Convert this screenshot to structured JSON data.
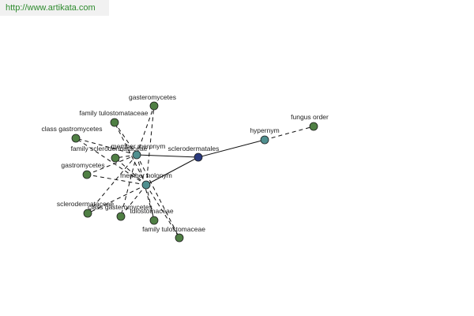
{
  "watermark": {
    "text": "http://www.artikata.com"
  },
  "colors": {
    "center_node": "#2a3a7e",
    "relation_node": "#4f8f8f",
    "leaf_node": "#4f7f44",
    "node_stroke": "#1e1e1e",
    "edge": "#111111"
  },
  "graph": {
    "nodes": [
      {
        "id": "sclerodermatales",
        "label": "sclerodermatales",
        "kind": "center"
      },
      {
        "id": "hypernym",
        "label": "hypernym",
        "kind": "relation"
      },
      {
        "id": "member_meronym",
        "label": "member meronym",
        "kind": "relation"
      },
      {
        "id": "member_holonym",
        "label": "member holonym",
        "kind": "relation"
      },
      {
        "id": "fungus_order",
        "label": "fungus order",
        "kind": "leaf"
      },
      {
        "id": "gasteromycetes",
        "label": "gasteromycetes",
        "kind": "leaf"
      },
      {
        "id": "family_tulostomataceae",
        "label": "family tulostomataceae",
        "kind": "leaf"
      },
      {
        "id": "class_gastromycetes",
        "label": "class gastromycetes",
        "kind": "leaf"
      },
      {
        "id": "family_sclerodermataceae",
        "label": "family sclerodermataceae",
        "kind": "leaf"
      },
      {
        "id": "gastromycetes",
        "label": "gastromycetes",
        "kind": "leaf"
      },
      {
        "id": "sclerodermataceae",
        "label": "sclerodermataceae",
        "kind": "leaf"
      },
      {
        "id": "class_gasteromycetes",
        "label": "class gasteromycetes",
        "kind": "leaf"
      },
      {
        "id": "tulostomaceae",
        "label": "tulostomaceae",
        "kind": "leaf"
      },
      {
        "id": "family_tulostomaceae",
        "label": "family tulostomaceae",
        "kind": "leaf"
      }
    ],
    "edges": [
      {
        "from": "sclerodermatales",
        "to": "hypernym",
        "style": "solid"
      },
      {
        "from": "sclerodermatales",
        "to": "member_meronym",
        "style": "solid"
      },
      {
        "from": "sclerodermatales",
        "to": "member_holonym",
        "style": "solid"
      },
      {
        "from": "hypernym",
        "to": "fungus_order",
        "style": "dashed"
      },
      {
        "from": "member_meronym",
        "to": "gasteromycetes",
        "style": "dashed"
      },
      {
        "from": "member_meronym",
        "to": "family_tulostomataceae",
        "style": "dashed"
      },
      {
        "from": "member_meronym",
        "to": "class_gastromycetes",
        "style": "dashed"
      },
      {
        "from": "member_meronym",
        "to": "family_sclerodermataceae",
        "style": "dashed"
      },
      {
        "from": "member_meronym",
        "to": "gastromycetes",
        "style": "dashed"
      },
      {
        "from": "member_meronym",
        "to": "sclerodermataceae",
        "style": "dashed"
      },
      {
        "from": "member_meronym",
        "to": "class_gasteromycetes",
        "style": "dashed"
      },
      {
        "from": "member_meronym",
        "to": "tulostomaceae",
        "style": "dashed"
      },
      {
        "from": "member_meronym",
        "to": "family_tulostomaceae",
        "style": "dashed"
      },
      {
        "from": "member_holonym",
        "to": "gasteromycetes",
        "style": "dashed"
      },
      {
        "from": "member_holonym",
        "to": "family_tulostomataceae",
        "style": "dashed"
      },
      {
        "from": "member_holonym",
        "to": "class_gastromycetes",
        "style": "dashed"
      },
      {
        "from": "member_holonym",
        "to": "family_sclerodermataceae",
        "style": "dashed"
      },
      {
        "from": "member_holonym",
        "to": "gastromycetes",
        "style": "dashed"
      },
      {
        "from": "member_holonym",
        "to": "sclerodermataceae",
        "style": "dashed"
      },
      {
        "from": "member_holonym",
        "to": "class_gasteromycetes",
        "style": "dashed"
      },
      {
        "from": "member_holonym",
        "to": "tulostomaceae",
        "style": "dashed"
      },
      {
        "from": "member_holonym",
        "to": "family_tulostomaceae",
        "style": "dashed"
      }
    ]
  }
}
